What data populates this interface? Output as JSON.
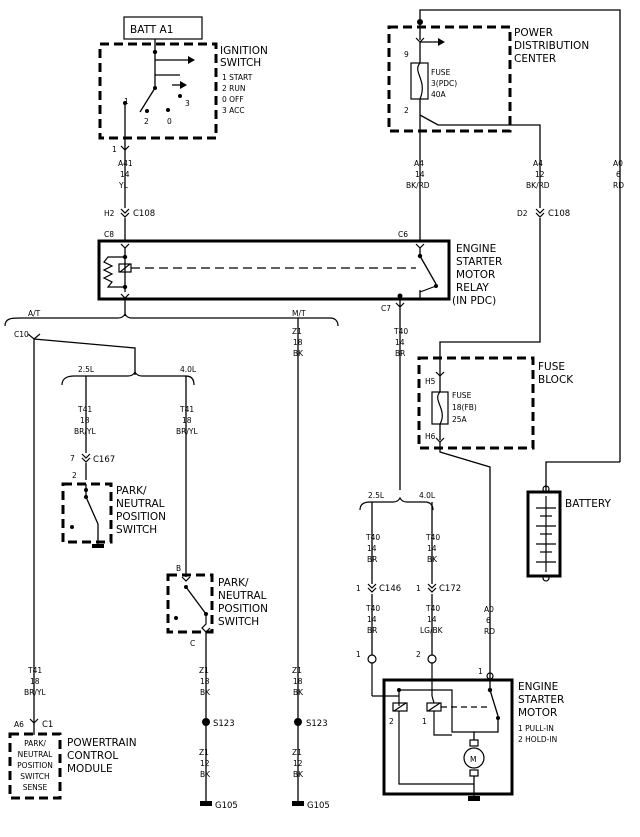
{
  "labels": {
    "batt_a1": "BATT A1",
    "ignition_switch": [
      "IGNITION",
      "SWITCH"
    ],
    "ign_positions": [
      "1 START",
      "2 RUN",
      "0 OFF",
      "3 ACC"
    ],
    "ign_contacts": [
      "1",
      "2",
      "0",
      "3"
    ],
    "pdc_title": [
      "POWER",
      "DISTRIBUTION",
      "CENTER"
    ],
    "pdc_fuse": [
      "FUSE",
      "3(PDC)",
      "40A"
    ],
    "pdc_pin_top": "9",
    "pdc_pin_bottom": "2",
    "relay_title": [
      "ENGINE",
      "STARTER",
      "MOTOR",
      "RELAY",
      "(IN PDC)"
    ],
    "fuse_block_title": [
      "FUSE",
      "BLOCK"
    ],
    "fb_fuse": [
      "FUSE",
      "18(FB)",
      "25A"
    ],
    "battery": "BATTERY",
    "pnp_switch": [
      "PARK/",
      "NEUTRAL",
      "POSITION",
      "SWITCH"
    ],
    "pcm_box": [
      "PARK/",
      "NEUTRAL",
      "POSITION",
      "SWITCH",
      "SENSE"
    ],
    "pcm_title": [
      "POWERTRAIN",
      "CONTROL",
      "MODULE"
    ],
    "motor_title": [
      "ENGINE",
      "STARTER",
      "MOTOR"
    ],
    "motor_modes": [
      "1 PULL-IN",
      "2 HOLD-IN"
    ],
    "motor_m": "M",
    "at": "A/T",
    "mt": "M/T",
    "eng_25": "2.5L",
    "eng_40": "4.0L"
  },
  "wires": {
    "a41": [
      "A41",
      "14",
      "YL"
    ],
    "a4_14": [
      "A4",
      "14",
      "BK/RD"
    ],
    "a4_12": [
      "A4",
      "12",
      "BK/RD"
    ],
    "a0_top": [
      "A0",
      "6",
      "RD"
    ],
    "a0_bottom": [
      "A0",
      "6",
      "RD"
    ],
    "t40_main": [
      "T40",
      "14",
      "BR"
    ],
    "z1_mt": [
      "Z1",
      "18",
      "BK"
    ],
    "z1_mt_low": [
      "Z1",
      "18",
      "BK"
    ],
    "z1_mt_gnd": [
      "Z1",
      "12",
      "BK"
    ],
    "t41_25": [
      "T41",
      "18",
      "BR/YL"
    ],
    "t41_40": [
      "T41",
      "18",
      "BR/YL"
    ],
    "t40_a": [
      "T40",
      "14",
      "BR"
    ],
    "t40_b": [
      "T40",
      "14",
      "BK"
    ],
    "t40_c": [
      "T40",
      "14",
      "BR"
    ],
    "t40_d": [
      "T40",
      "14",
      "LG/BK"
    ],
    "z1_40": [
      "Z1",
      "18",
      "BK"
    ],
    "z1_40_gnd": [
      "Z1",
      "12",
      "BK"
    ],
    "t41_pcm": [
      "T41",
      "18",
      "BR/YL"
    ]
  },
  "connectors": {
    "c108_h2": "C108",
    "c108_d2": "C108",
    "c167": "C167",
    "c146": "C146",
    "c172": "C172",
    "c1": "C1"
  },
  "pins": {
    "ign_out": "1",
    "h2": "H2",
    "d2": "D2",
    "c8": "C8",
    "c6": "C6",
    "c7": "C7",
    "c10": "C10",
    "h5": "H5",
    "h6": "H6",
    "c167_pin": "7",
    "pnp_25_pin": "2",
    "pnp_40_in": "B",
    "pnp_40_out": "C",
    "c146_pin": "1",
    "c172_pin": "1",
    "term_1": "1",
    "term_2": "2",
    "motor_pin": "1",
    "a6": "A6",
    "coil_2": "2",
    "coil_1": "1"
  },
  "splices": {
    "s123_a": "S123",
    "s123_b": "S123"
  },
  "grounds": {
    "g105_a": "G105",
    "g105_b": "G105"
  }
}
